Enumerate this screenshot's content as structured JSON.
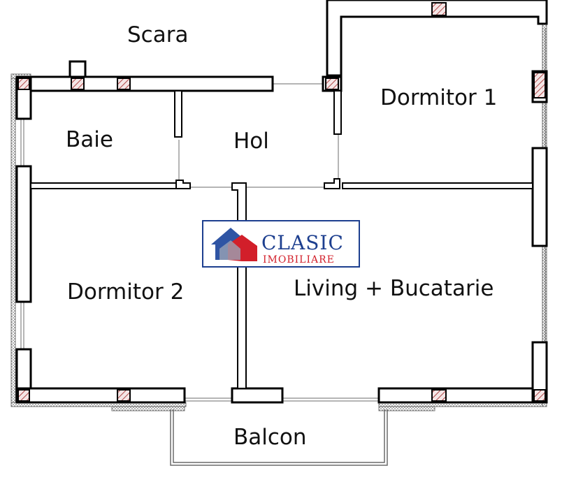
{
  "rooms": {
    "scara": "Scara",
    "baie": "Baie",
    "hol": "Hol",
    "dormitor1": "Dormitor 1",
    "dormitor2": "Dormitor 2",
    "living": "Living + Bucatarie",
    "balcon": "Balcon"
  },
  "logo": {
    "name": "CLASIC",
    "tagline": "IMOBILIARE",
    "colors": {
      "blue": "#1d3f8f",
      "red": "#d21f2a",
      "gray": "#8c8c8c"
    }
  }
}
